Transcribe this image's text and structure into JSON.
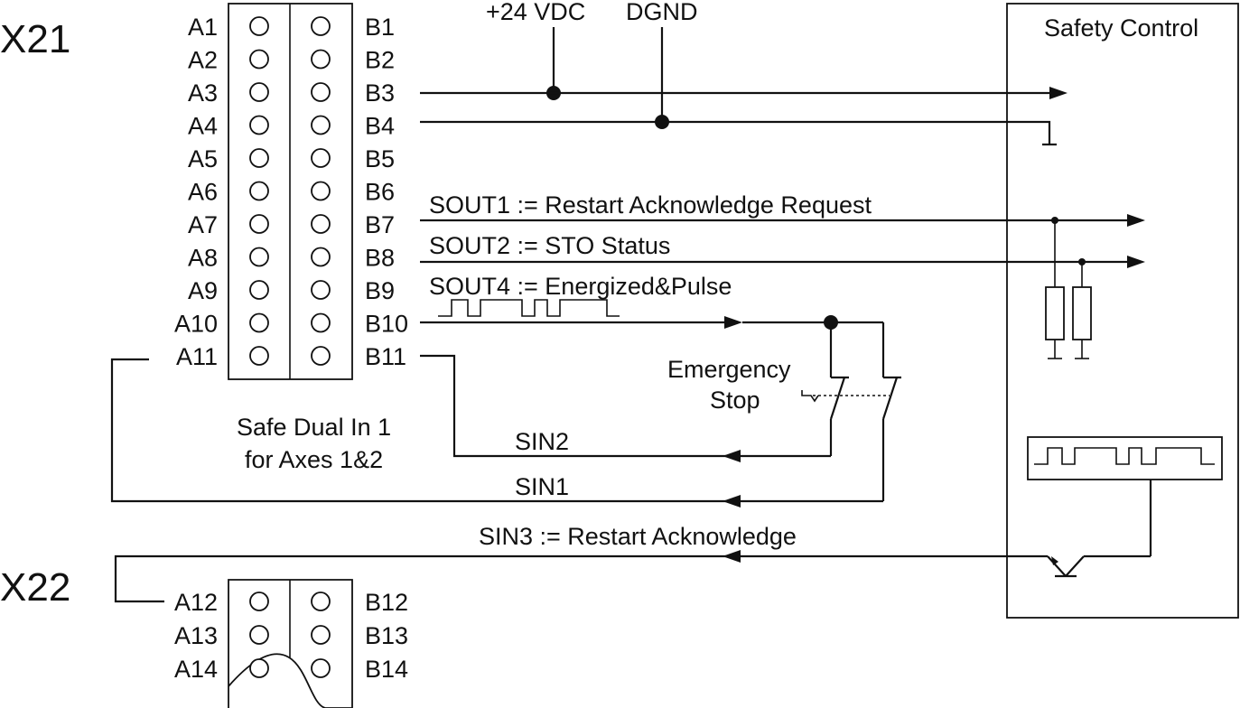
{
  "connectors": {
    "x21": "X21",
    "x22": "X22"
  },
  "x21_pins": {
    "a": [
      "A1",
      "A2",
      "A3",
      "A4",
      "A5",
      "A6",
      "A7",
      "A8",
      "A9",
      "A10",
      "A11"
    ],
    "b": [
      "B1",
      "B2",
      "B3",
      "B4",
      "B5",
      "B6",
      "B7",
      "B8",
      "B9",
      "B10",
      "B11"
    ]
  },
  "x22_pins": {
    "a": [
      "A12",
      "A13",
      "A14"
    ],
    "b": [
      "B12",
      "B13",
      "B14"
    ]
  },
  "power": {
    "vdc": "+24 VDC",
    "dgnd": "DGND"
  },
  "signals": {
    "sout1": "SOUT1 := Restart Acknowledge Request",
    "sout2": "SOUT2 := STO Status",
    "sout4": "SOUT4 := Energized&Pulse",
    "sin1": "SIN1",
    "sin2": "SIN2",
    "sin3": "SIN3 := Restart Acknowledge"
  },
  "emergency_stop": {
    "line1": "Emergency",
    "line2": "Stop"
  },
  "safe_dual_in": {
    "line1": "Safe Dual In 1",
    "line2": "for Axes 1&2"
  },
  "safety_control": {
    "title": "Safety Control"
  },
  "colors": {
    "line": "#111111",
    "background": "#ffffff"
  }
}
